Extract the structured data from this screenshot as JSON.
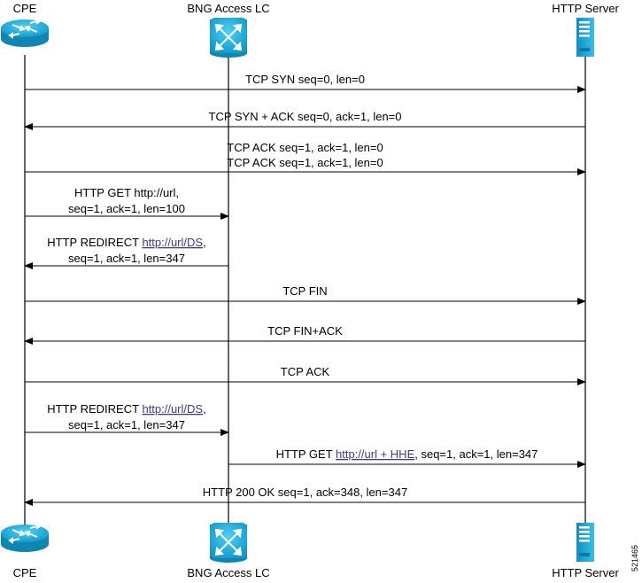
{
  "participants": {
    "cpe": "CPE",
    "bng": "BNG Access LC",
    "server": "HTTP Server"
  },
  "messages": [
    {
      "id": "tcp-syn",
      "from": "cpe",
      "to": "server",
      "lines": [
        [
          {
            "t": "TCP SYN seq=0, len=0"
          }
        ]
      ]
    },
    {
      "id": "tcp-syn-ack",
      "from": "server",
      "to": "cpe",
      "lines": [
        [
          {
            "t": "TCP SYN + ACK seq=0, ack=1, len=0"
          }
        ]
      ]
    },
    {
      "id": "tcp-ack-1",
      "from": "cpe",
      "to": "server",
      "lines": [
        [
          {
            "t": "TCP ACK seq=1, ack=1, len=0"
          }
        ],
        [
          {
            "t": "TCP ACK seq=1, ack=1, len=0"
          }
        ]
      ]
    },
    {
      "id": "http-get-1",
      "from": "cpe",
      "to": "bng",
      "lines": [
        [
          {
            "t": "HTTP GET http://url,"
          }
        ],
        [
          {
            "t": "seq=1, ack=1, len=100"
          }
        ]
      ]
    },
    {
      "id": "http-redirect-1",
      "from": "bng",
      "to": "cpe",
      "lines": [
        [
          {
            "t": "HTTP REDIRECT "
          },
          {
            "t": "http://url/DS",
            "link": true
          },
          {
            "t": ","
          }
        ],
        [
          {
            "t": "seq=1, ack=1, len=347"
          }
        ]
      ]
    },
    {
      "id": "tcp-fin",
      "from": "cpe",
      "to": "server",
      "lines": [
        [
          {
            "t": "TCP FIN"
          }
        ]
      ]
    },
    {
      "id": "tcp-fin-ack",
      "from": "server",
      "to": "cpe",
      "lines": [
        [
          {
            "t": "TCP FIN+ACK"
          }
        ]
      ]
    },
    {
      "id": "tcp-ack-2",
      "from": "cpe",
      "to": "server",
      "lines": [
        [
          {
            "t": "TCP ACK"
          }
        ]
      ]
    },
    {
      "id": "http-redirect-2",
      "from": "cpe",
      "to": "bng",
      "lines": [
        [
          {
            "t": "HTTP REDIRECT "
          },
          {
            "t": "http://url/DS",
            "link": true
          },
          {
            "t": ","
          }
        ],
        [
          {
            "t": "seq=1, ack=1, len=347"
          }
        ]
      ]
    },
    {
      "id": "http-get-2",
      "from": "bng",
      "to": "server",
      "lines": [
        [
          {
            "t": "HTTP GET "
          },
          {
            "t": "http://url + HHE",
            "link": true
          },
          {
            "t": ", seq=1, ack=1, len=347"
          }
        ]
      ]
    },
    {
      "id": "http-200",
      "from": "server",
      "to": "cpe",
      "lines": [
        [
          {
            "t": "HTTP 200 OK seq=1, ack=348, len=347"
          }
        ]
      ]
    }
  ],
  "figure_number": "521465",
  "colors": {
    "router_body": "#17a8d8",
    "router_top": "#3dc4ee",
    "server_body": "#1aaee0",
    "link_text": "#3b3b8f"
  },
  "icons": {
    "cpe": "router-icon",
    "bng": "switch-icon",
    "server": "server-icon"
  }
}
